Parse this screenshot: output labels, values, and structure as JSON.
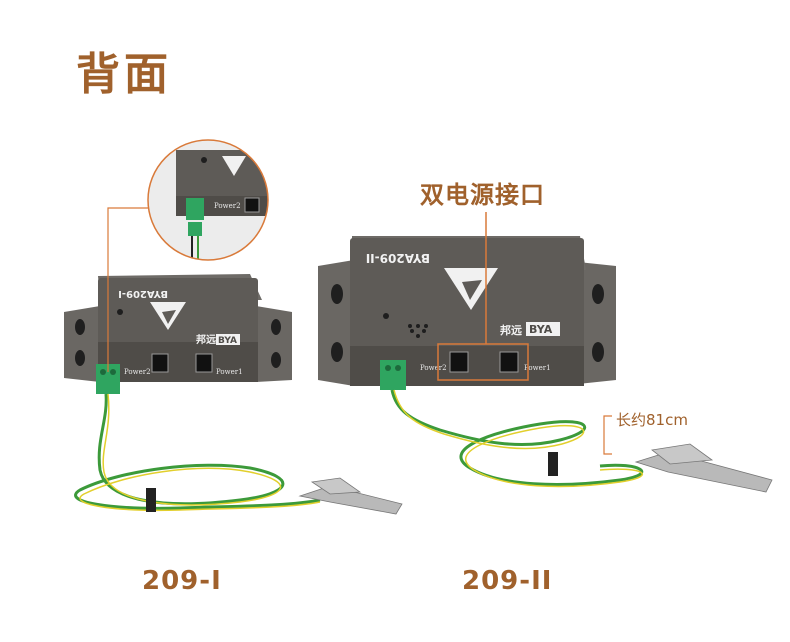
{
  "title": "背面",
  "dual_power_label": "双电源接口",
  "length_label": "长约81cm",
  "models": [
    "209-I",
    "209-II"
  ],
  "device_1": {
    "product_code": "BYA209-I",
    "brand": "BYA",
    "brand_cn": "邦远",
    "ports": [
      "Power2",
      "Power1"
    ]
  },
  "device_2": {
    "product_code": "BYA209-II",
    "brand": "BYA",
    "brand_cn": "邦远",
    "ports": [
      "Power2",
      "Power1"
    ]
  },
  "colors": {
    "accent": "#a0612c",
    "callout": "#d97a3a",
    "device": "#5e5b57",
    "wire_green": "#3c9a3a",
    "wire_yellow": "#e2cf2c",
    "terminal": "#2fa560",
    "clip": "#b9b9b9"
  }
}
